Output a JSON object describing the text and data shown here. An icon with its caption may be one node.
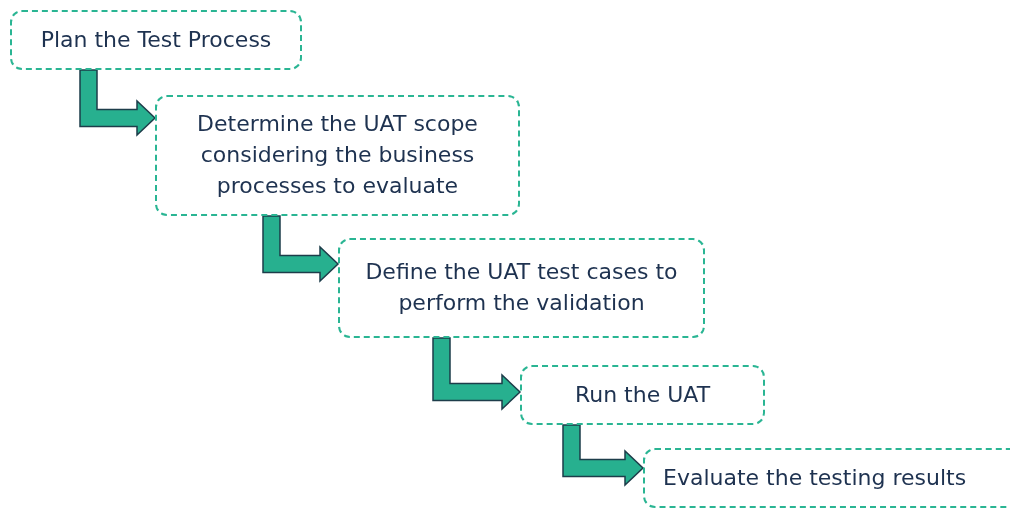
{
  "diagram": {
    "nodes": [
      {
        "text": [
          "Plan the Test Process"
        ]
      },
      {
        "text": [
          "Determine the UAT scope considering the business processes to evaluate"
        ]
      },
      {
        "text": [
          "Define the UAT test cases to perform the validation"
        ]
      },
      {
        "text": [
          "Run the UAT"
        ]
      },
      {
        "text": [
          "Evaluate the testing results"
        ]
      }
    ],
    "edges": [
      {
        "from": 0,
        "to": 1,
        "arrow": "to",
        "style": "thick"
      },
      {
        "from": 1,
        "to": 2,
        "arrow": "to",
        "style": "thick"
      },
      {
        "from": 2,
        "to": 3,
        "arrow": "to",
        "style": "thick"
      },
      {
        "from": 3,
        "to": 4,
        "arrow": "to",
        "style": "thick"
      }
    ]
  }
}
